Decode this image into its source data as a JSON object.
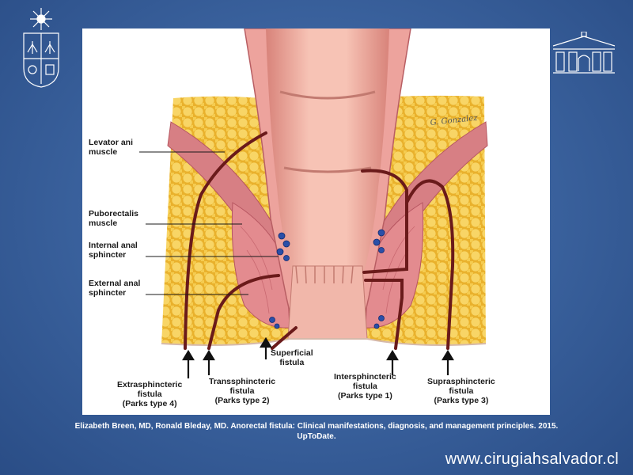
{
  "labels": {
    "levator": "Levator ani muscle",
    "puborectalis": "Puborectalis muscle",
    "internal": "Internal anal sphincter",
    "external": "External anal sphincter",
    "superficial": "Superficial fistula",
    "extrasphincteric": "Extrasphincteric fistula (Parks type 4)",
    "transsphincteric": "Transsphincteric fistula (Parks type 2)",
    "intersphincteric": "Intersphincteric fistula (Parks type 1)",
    "suprasphincteric": "Suprasphincteric fistula (Parks type 3)"
  },
  "label_lines": {
    "levator": [
      "Levator ani",
      "muscle"
    ],
    "puborectalis": [
      "Puborectalis",
      "muscle"
    ],
    "internal": [
      "Internal anal",
      "sphincter"
    ],
    "external": [
      "External anal",
      "sphincter"
    ],
    "superficial": [
      "Superficial",
      "fistula"
    ],
    "extrasphincteric": [
      "Extrasphincteric",
      "fistula",
      "(Parks type 4)"
    ],
    "transsphincteric": [
      "Transsphincteric",
      "fistula",
      "(Parks type 2)"
    ],
    "intersphincteric": [
      "Intersphincteric",
      "fistula",
      "(Parks type 1)"
    ],
    "suprasphincteric": [
      "Suprasphincteric",
      "fistula",
      "(Parks type 3)"
    ]
  },
  "signature": "G. Gonzalez",
  "citation": "Elizabeth Breen, MD, Ronald Bleday, MD. Anorectal fistula: Clinical manifestations, diagnosis, and management principles. 2015. UpToDate.",
  "website": "www.cirugiahsalvador.cl",
  "colors": {
    "background": "#3c64a0",
    "fat": "#f2c23a",
    "muscle": "#e2868a",
    "mucosa": "#efb0a4",
    "fistula": "#6a1a1a",
    "gland": "#2a4fa8"
  }
}
